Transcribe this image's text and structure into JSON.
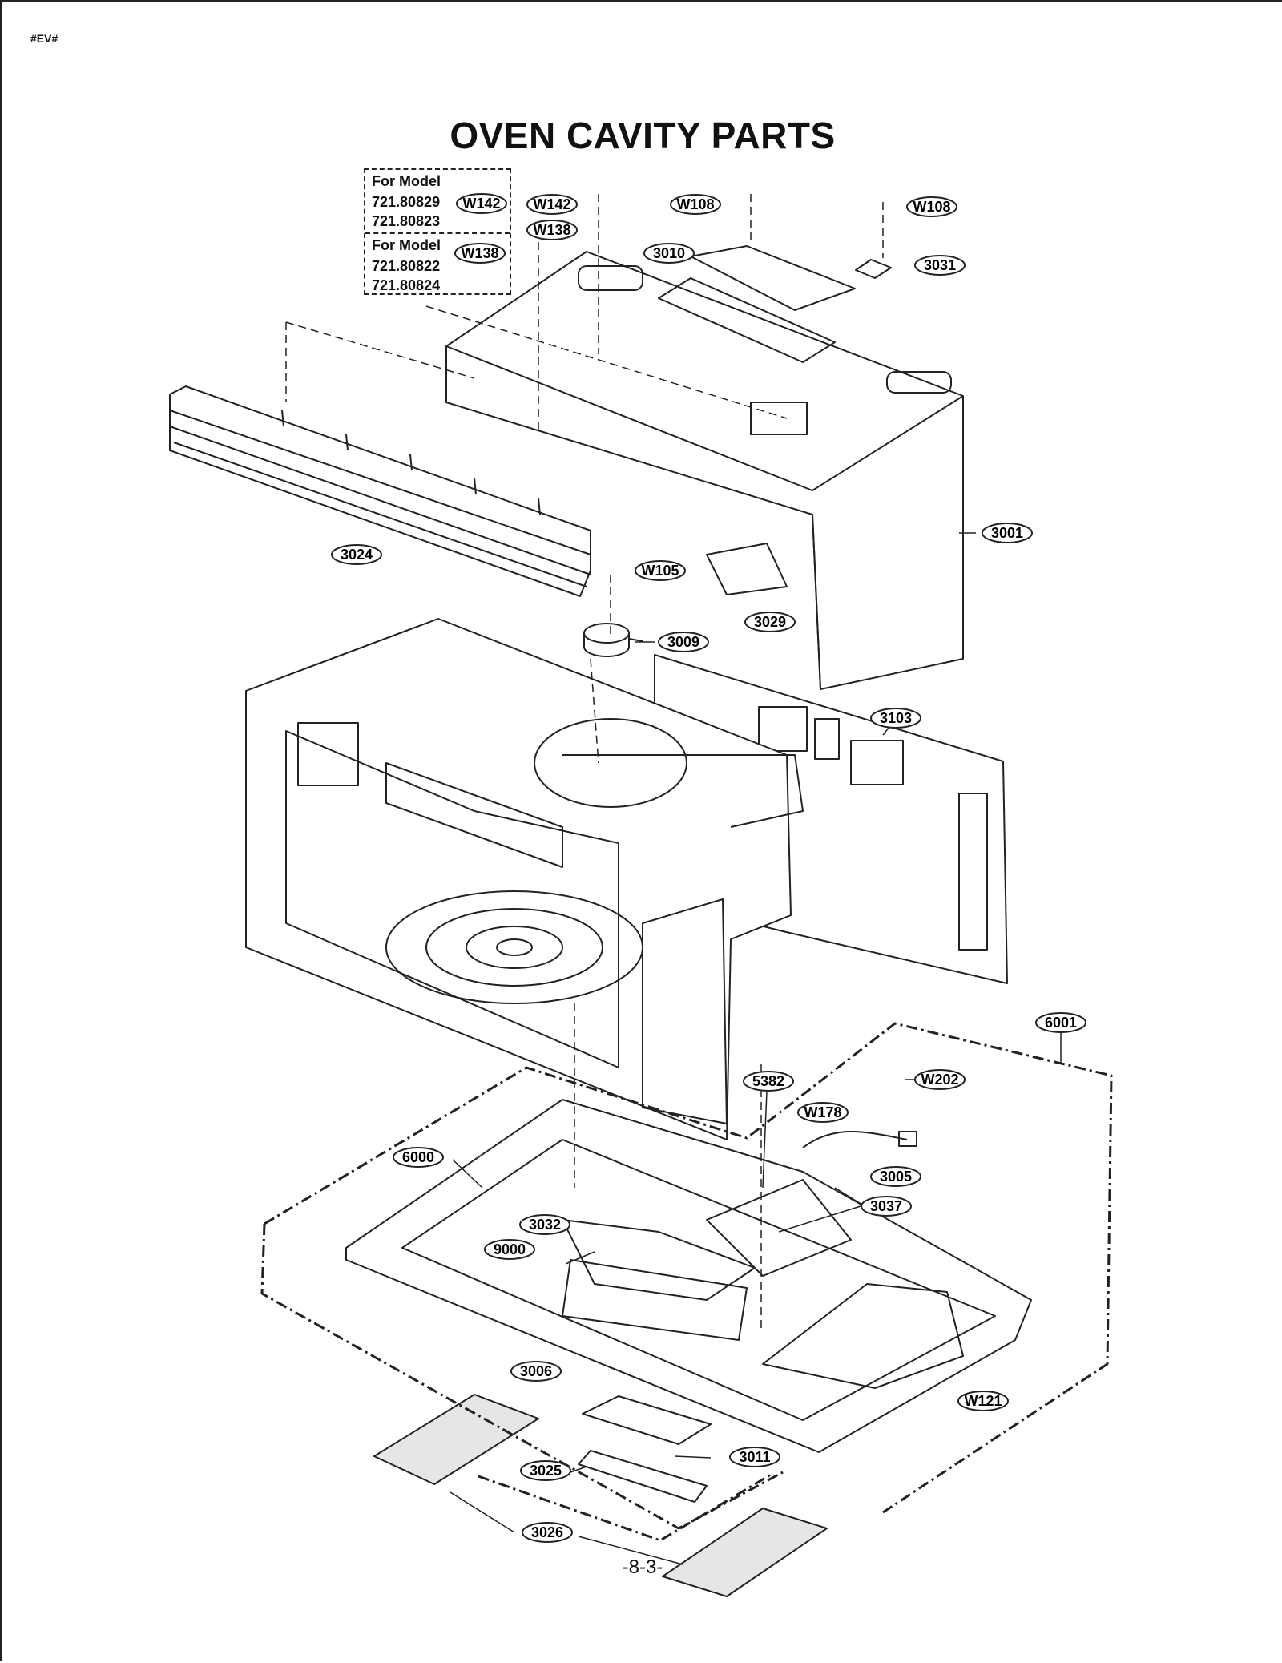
{
  "header": {
    "code": "#EV#",
    "title": "OVEN CAVITY PARTS",
    "page_number": "-8-3-"
  },
  "model_box": {
    "group1": {
      "heading": "For Model",
      "models": [
        "721.80829",
        "721.80823"
      ]
    },
    "group2": {
      "heading": "For Model",
      "models": [
        "721.80822",
        "721.80824"
      ]
    }
  },
  "part_labels": [
    "W142",
    "W142",
    "W138",
    "W138",
    "W108",
    "W108",
    "3010",
    "3031",
    "3001",
    "3024",
    "W105",
    "3029",
    "3009",
    "3103",
    "6001",
    "W202",
    "5382",
    "W178",
    "6000",
    "3005",
    "3037",
    "3032",
    "9000",
    "3006",
    "W121",
    "3011",
    "3025",
    "3026"
  ]
}
